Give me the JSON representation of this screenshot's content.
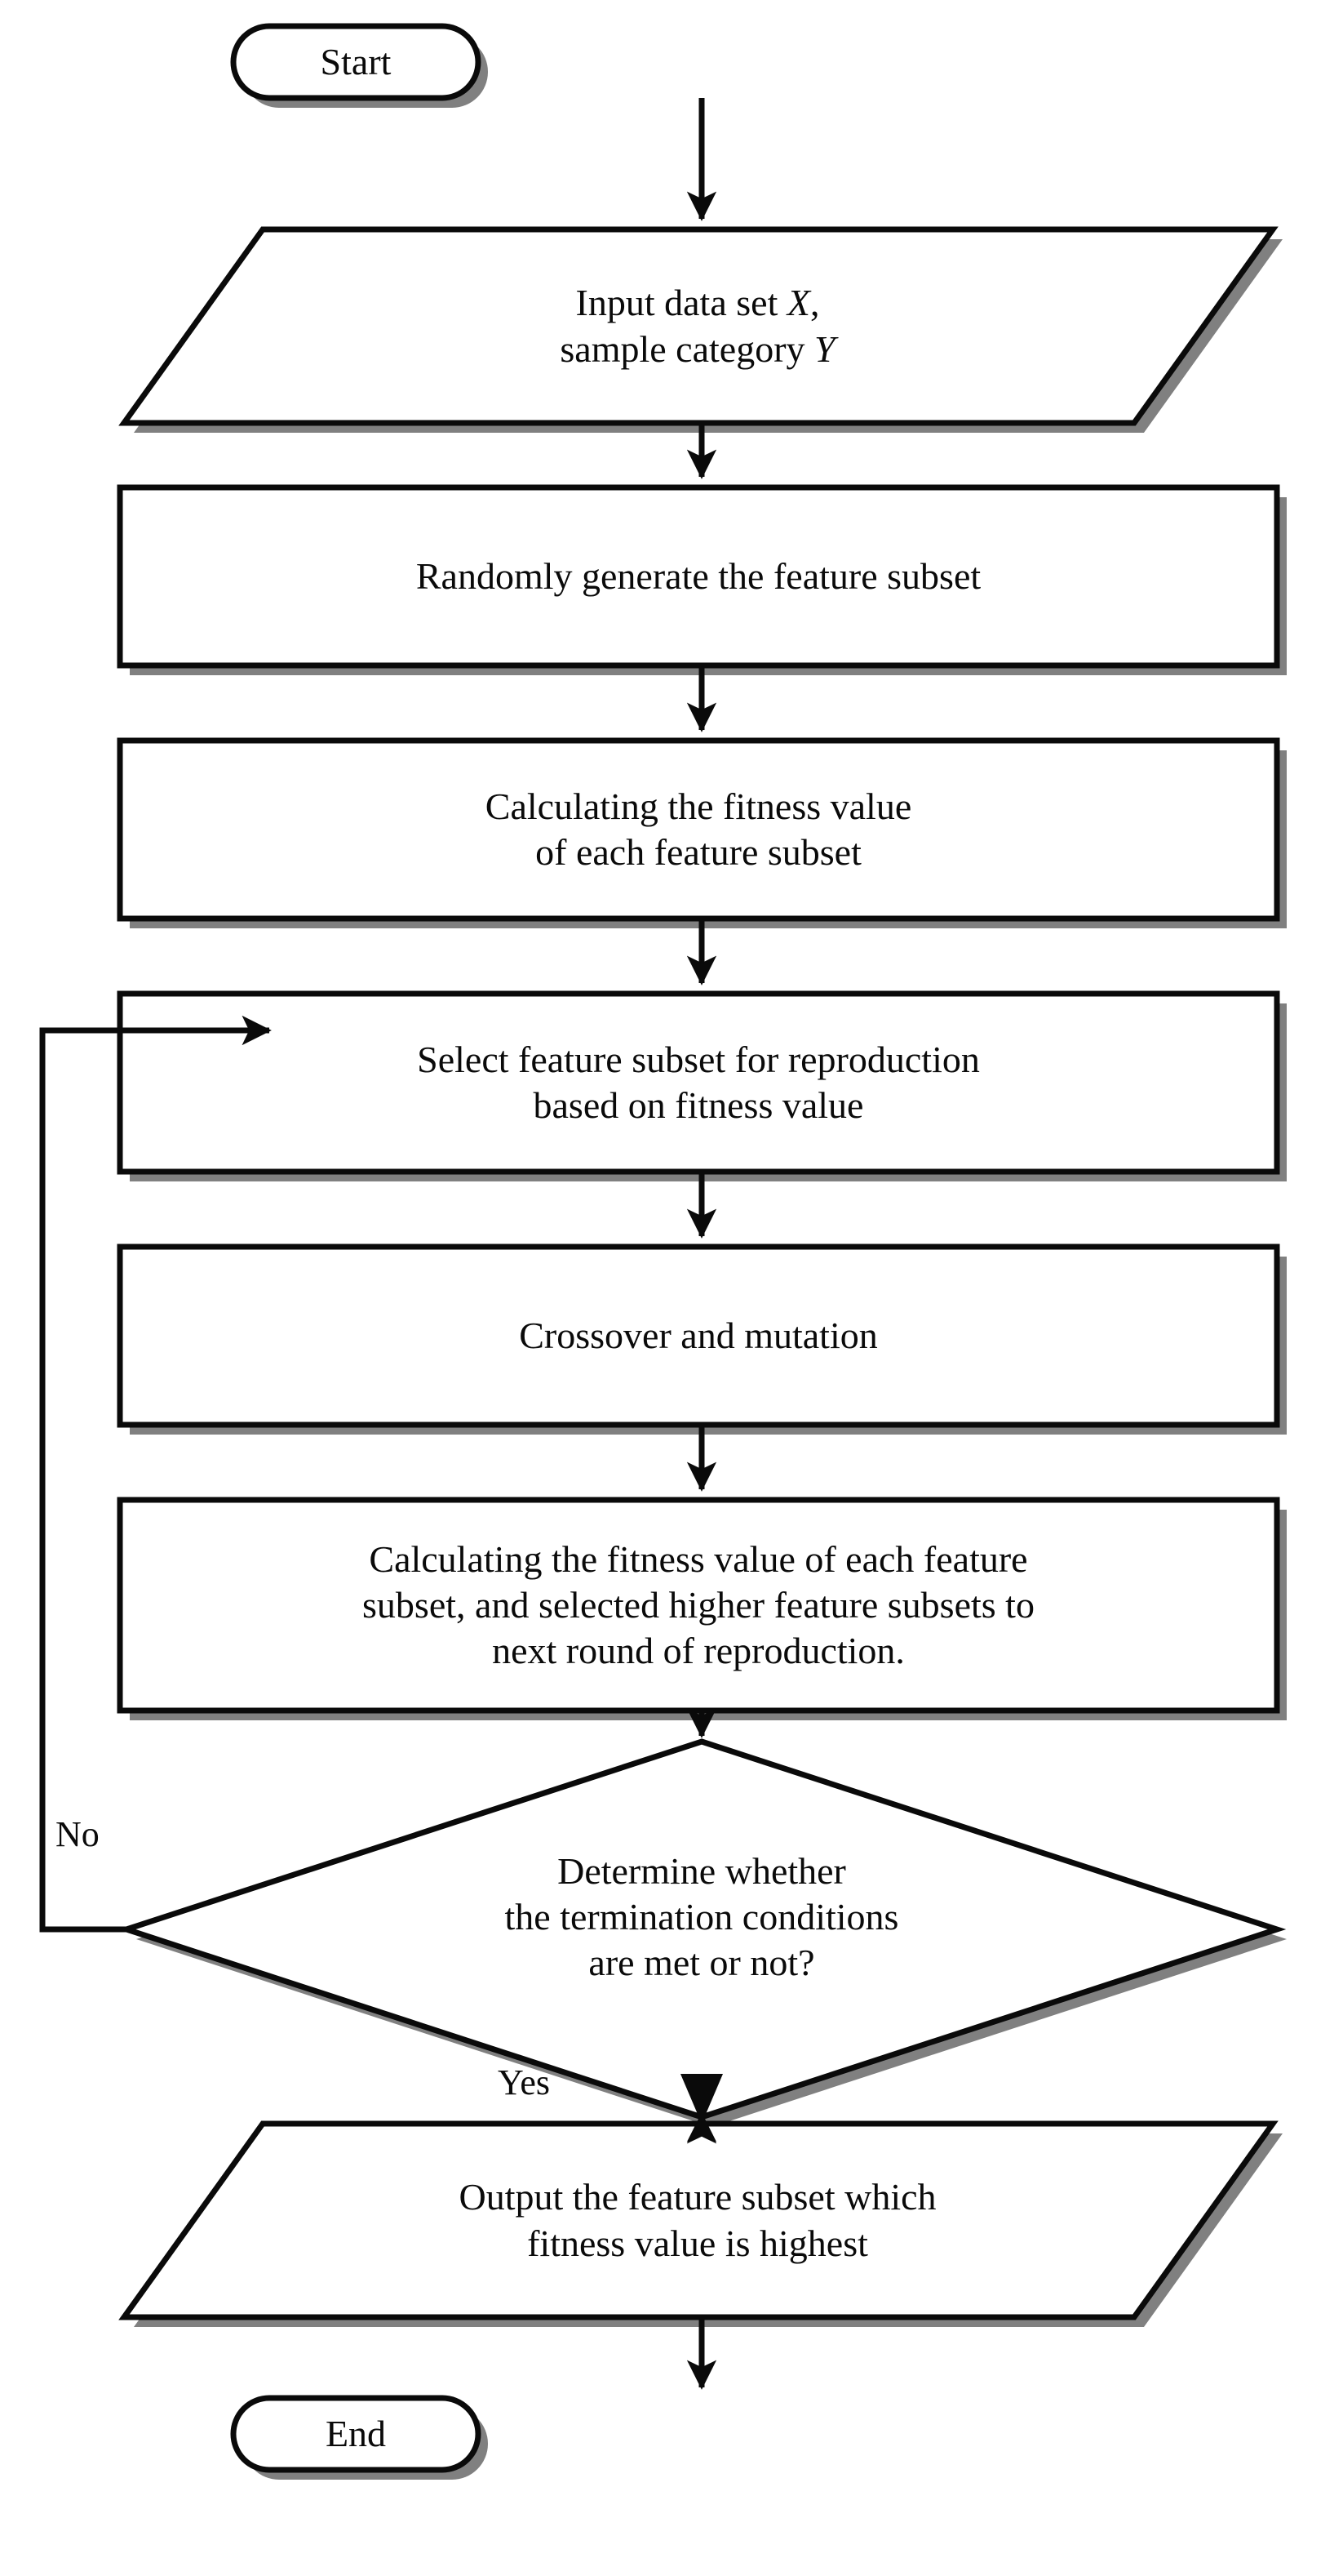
{
  "diagram": {
    "title": "Genetic algorithm feature selection flowchart",
    "colors": {
      "stroke": "#0a0a0a",
      "fill": "#ffffff",
      "shadow": "#808080",
      "text": "#0a0a0a",
      "background": "#ffffff"
    },
    "nodes": [
      {
        "id": "start",
        "shape": "terminator",
        "lines": [
          "Start"
        ]
      },
      {
        "id": "input",
        "shape": "parallelogram",
        "lines": [
          "Input data set X,",
          "sample category Y"
        ],
        "line1_plain": "Input data set ",
        "line1_italic": "X",
        "line1_tail": ",",
        "line2_plain": "sample category ",
        "line2_italic": "Y"
      },
      {
        "id": "random-generate",
        "shape": "process",
        "lines": [
          "Randomly generate the feature subset"
        ]
      },
      {
        "id": "calc-fitness",
        "shape": "process",
        "lines": [
          "Calculating the fitness value",
          "of each feature subset"
        ]
      },
      {
        "id": "select-reproduction",
        "shape": "process",
        "lines": [
          "Select feature subset for reproduction",
          "based on fitness value"
        ]
      },
      {
        "id": "crossover-mutation",
        "shape": "process",
        "lines": [
          "Crossover and mutation"
        ]
      },
      {
        "id": "calc-select-higher",
        "shape": "process",
        "lines": [
          "Calculating the fitness value of each feature",
          "subset, and selected higher feature subsets to",
          "next round of reproduction."
        ]
      },
      {
        "id": "decision-termination",
        "shape": "decision",
        "lines": [
          "Determine whether",
          "the termination conditions",
          "are met or not?"
        ]
      },
      {
        "id": "output",
        "shape": "parallelogram",
        "lines": [
          "Output the feature subset which",
          "fitness value is highest"
        ]
      },
      {
        "id": "end",
        "shape": "terminator",
        "lines": [
          "End"
        ]
      }
    ],
    "edge_labels": {
      "no": "No",
      "yes": "Yes"
    }
  }
}
